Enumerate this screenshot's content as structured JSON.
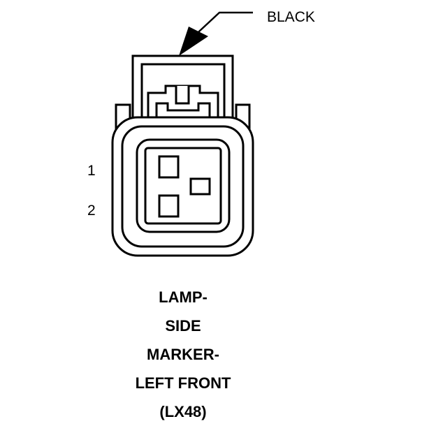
{
  "connector": {
    "color_callout": "BLACK",
    "pins": [
      {
        "label": "1"
      },
      {
        "label": "2"
      }
    ]
  },
  "title": {
    "lines": [
      "LAMP-",
      "SIDE",
      "MARKER-",
      "LEFT FRONT",
      "(LX48)"
    ]
  },
  "colors": {
    "ink": "#000000",
    "background": "#ffffff"
  }
}
